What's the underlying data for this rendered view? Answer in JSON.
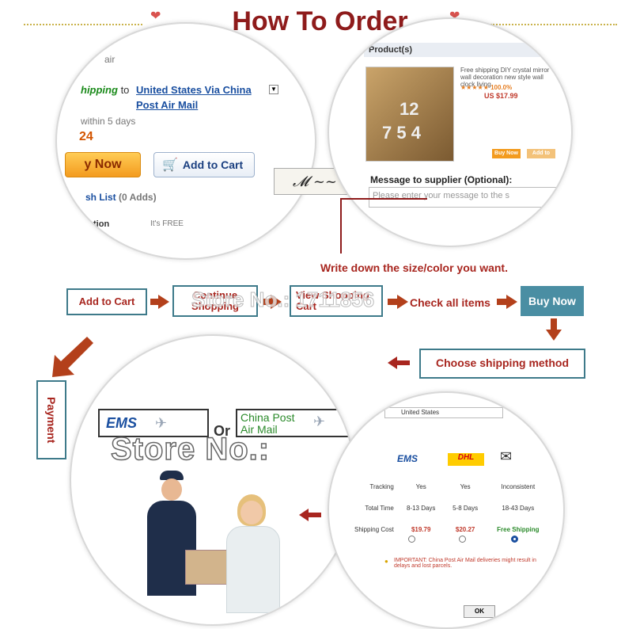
{
  "title": "How To Order",
  "top_left_circle": {
    "frag_air": "air",
    "shipping_prefix": "hipping",
    "shipping_to": "to",
    "shipping_link1": "United States Via China",
    "shipping_link2": "Post Air Mail",
    "delivery": "within 5 days",
    "price_frag": "24",
    "buy_now_frag": "y Now",
    "add_to_cart": "Add to Cart",
    "wishlist_frag": "sh List",
    "wishlist_count": "(0 Adds)",
    "protection_frag": "tion",
    "free": "It's FREE"
  },
  "top_right_circle": {
    "products_header": "Product(s)",
    "product_title": "Free shipping DIY crystal mirror wall decoration new style wall clock living",
    "rating": "100.0%",
    "price": "US $17.99",
    "buy_now": "Buy Now",
    "add_to": "Add to",
    "message_label": "Message to supplier (Optional):",
    "message_placeholder": "Please enter your message to the s"
  },
  "note": "Write down the size/color you want.",
  "steps": {
    "add_to_cart": "Add to Cart",
    "continue_shopping": "Continue Shopping",
    "view_cart": "View Shopping Cart",
    "check_items": "Check all items",
    "buy_now": "Buy Now",
    "choose_shipping": "Choose shipping method",
    "payment": "Payment"
  },
  "bottom_left_circle": {
    "ems": "EMS",
    "or": "Or",
    "china_post": "China Post Air Mail"
  },
  "bottom_right_circle": {
    "country": "United States",
    "tracking_label": "Tracking",
    "tracking": [
      "Yes",
      "Yes",
      "Inconsistent"
    ],
    "total_time_label": "Total Time",
    "total_time": [
      "8-13 Days",
      "5-8 Days",
      "18-43 Days"
    ],
    "shipping_cost_label": "Shipping Cost",
    "shipping_cost": [
      "$19.79",
      "$20.27",
      "Free Shipping"
    ],
    "important": "IMPORTANT: China Post Air Mail deliveries might result in delays and lost parcels.",
    "ok": "OK"
  },
  "watermark1": "Store No.: 1711856",
  "watermark2": "Store No.:",
  "colors": {
    "accent": "#8e1b1b",
    "arrow": "#b3401b",
    "step_border": "#3e7a8a",
    "buy_now_bg": "#4a8ea3"
  }
}
